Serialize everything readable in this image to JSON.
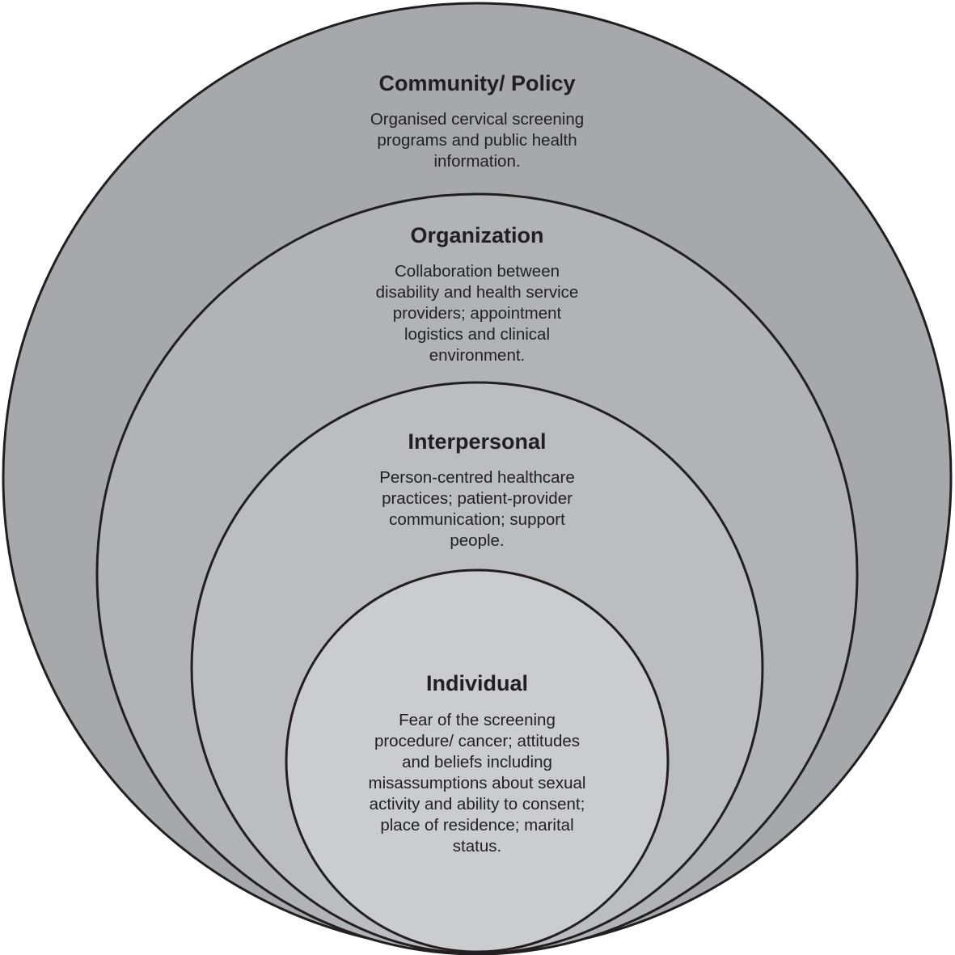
{
  "layers": [
    {
      "id": "community",
      "title": "Community/ Policy",
      "lines": [
        "Organised cervical screening",
        "programs and public health",
        "information."
      ],
      "fill": "#a6a8ab"
    },
    {
      "id": "organization",
      "title": "Organization",
      "lines": [
        "Collaboration between",
        "disability and health service",
        "providers; appointment",
        "logistics and clinical",
        "environment."
      ],
      "fill": "#b1b3b6"
    },
    {
      "id": "interpersonal",
      "title": "Interpersonal",
      "lines": [
        "Person-centred healthcare",
        "practices; patient-provider",
        "communication; support",
        "people."
      ],
      "fill": "#bbbdc0"
    },
    {
      "id": "individual",
      "title": "Individual",
      "lines": [
        "Fear of the screening",
        "procedure/ cancer; attitudes",
        "and beliefs including",
        "misassumptions about sexual",
        "activity and ability to consent;",
        "place of residence; marital",
        "status."
      ],
      "fill": "#cbccce"
    }
  ],
  "colors": {
    "stroke": "#231f20",
    "text": "#231f20"
  }
}
